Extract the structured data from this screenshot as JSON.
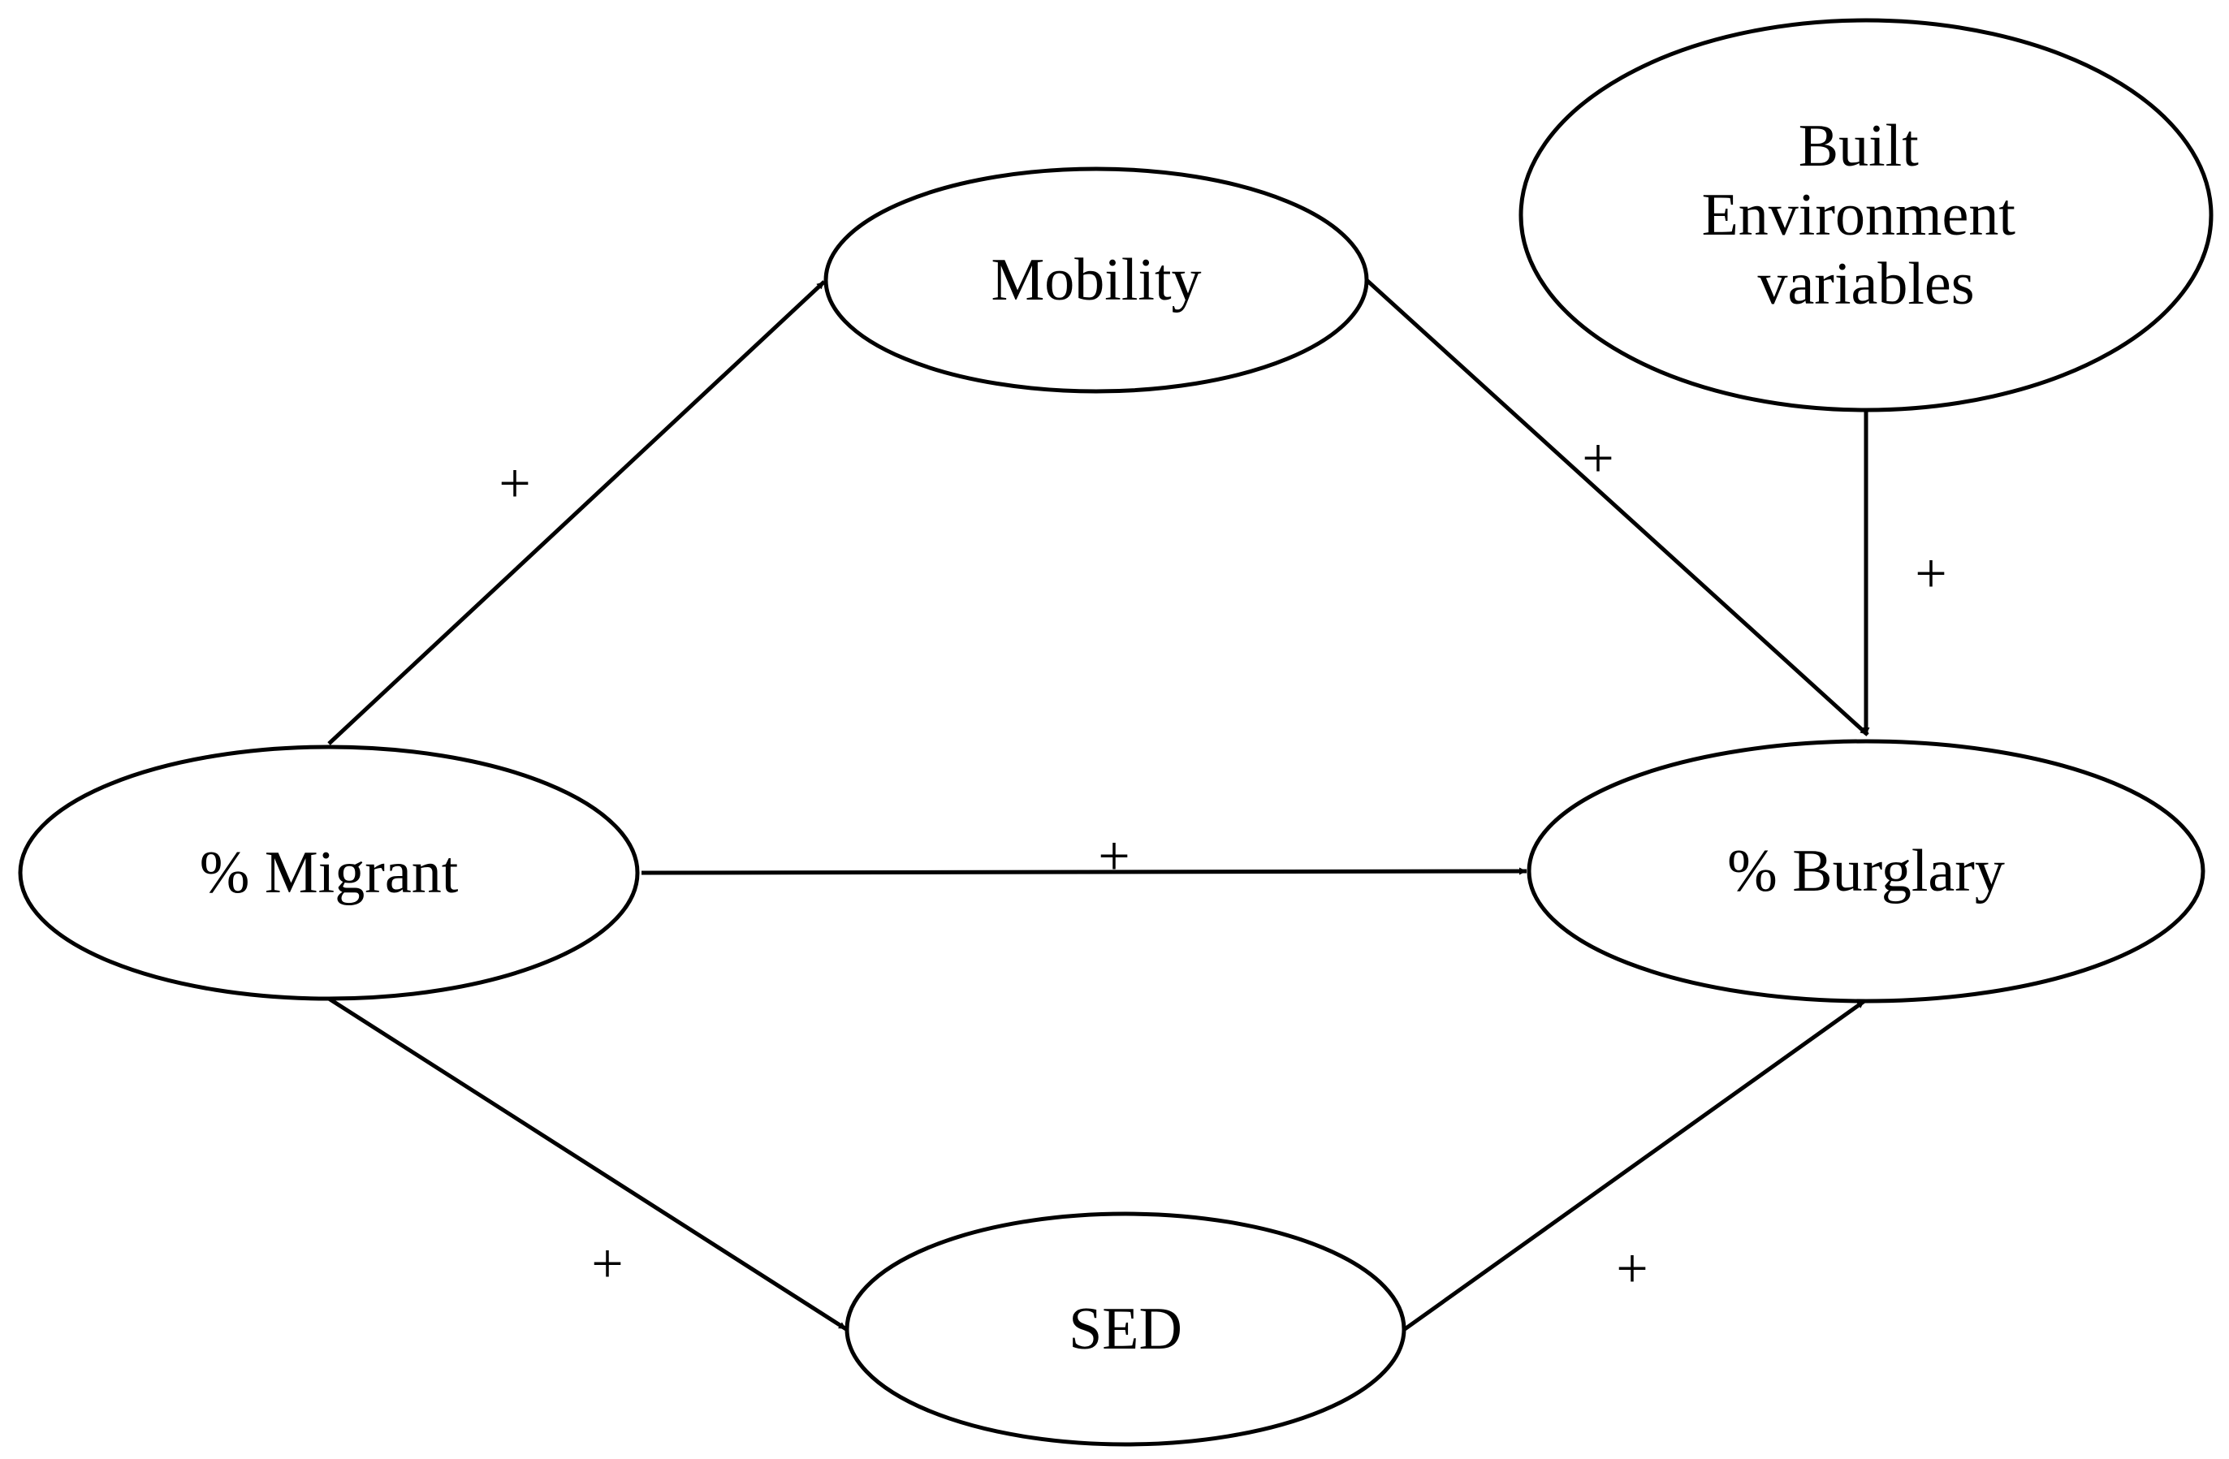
{
  "nodes": {
    "migrant": {
      "label": "% Migrant"
    },
    "mobility": {
      "label": "Mobility"
    },
    "built_env": {
      "lines": [
        "Built",
        "Environment",
        "variables"
      ]
    },
    "burglary": {
      "label": "% Burglary"
    },
    "sed": {
      "label": "SED"
    }
  },
  "edges": {
    "migrant_mobility": {
      "sign": "+"
    },
    "migrant_burglary": {
      "sign": "+"
    },
    "migrant_sed": {
      "sign": "+"
    },
    "mobility_burglary": {
      "sign": "+"
    },
    "built_env_burglary": {
      "sign": "+"
    },
    "sed_burglary": {
      "sign": "+"
    }
  },
  "colors": {
    "stroke": "#000000",
    "background": "#ffffff"
  }
}
